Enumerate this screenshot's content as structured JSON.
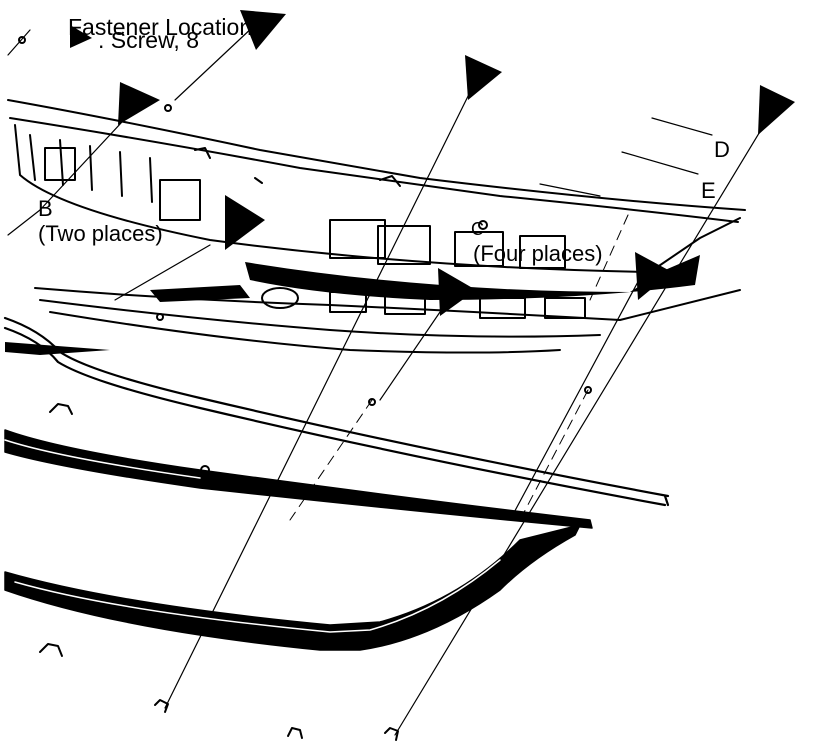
{
  "legend": {
    "title": "Fastener Locations",
    "item_screw": ". Screw, 8"
  },
  "callouts": {
    "b": "B",
    "b_note": "(Two places)",
    "c": "C",
    "c_note": "(Four places)",
    "d": "D",
    "e": "E"
  },
  "colors": {
    "ink": "#000000",
    "paper": "#ffffff"
  }
}
